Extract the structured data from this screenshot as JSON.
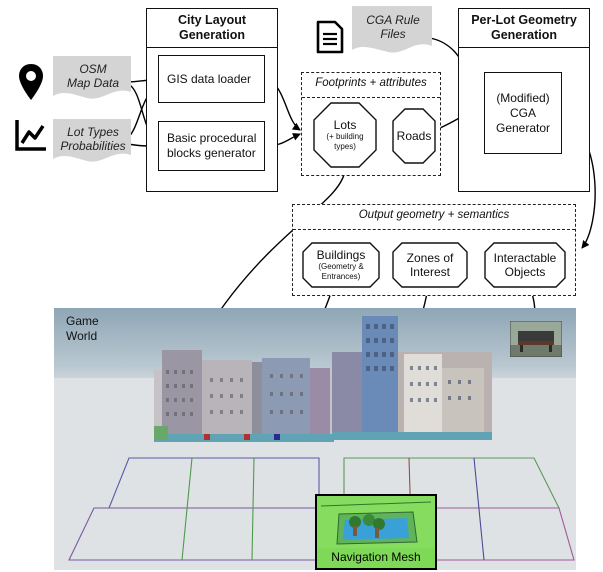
{
  "city_layout": {
    "title": "City Layout\nGeneration",
    "gis_loader": "GIS data loader",
    "blocks_generator": "Basic procedural\nblocks generator"
  },
  "inputs": {
    "osm": "OSM\nMap Data",
    "lot_types": "Lot Types\nProbabilities",
    "cga_rules": "CGA Rule\nFiles"
  },
  "footprints": {
    "label": "Footprints + attributes",
    "lots_title": "Lots",
    "lots_sub": "(+ building\ntypes)",
    "roads": "Roads"
  },
  "per_lot": {
    "title": "Per-Lot Geometry\nGeneration",
    "cga_generator": "(Modified)\nCGA\nGenerator"
  },
  "output": {
    "label": "Output geometry + semantics",
    "buildings_title": "Buildings",
    "buildings_sub": "(Geometry &\nEntrances)",
    "zones": "Zones of\nInterest",
    "objects": "Interactable\nObjects"
  },
  "game_world": {
    "label": "Game\nWorld",
    "navmesh": "Navigation Mesh"
  },
  "icons": [
    "map-pin-icon",
    "line-chart-icon",
    "document-icon"
  ],
  "colors": {
    "sky_top": "#8aa3b5",
    "ground": "#d9dde0",
    "navmesh_green": "#7ed957",
    "input_shape": "#d4d4d4"
  }
}
